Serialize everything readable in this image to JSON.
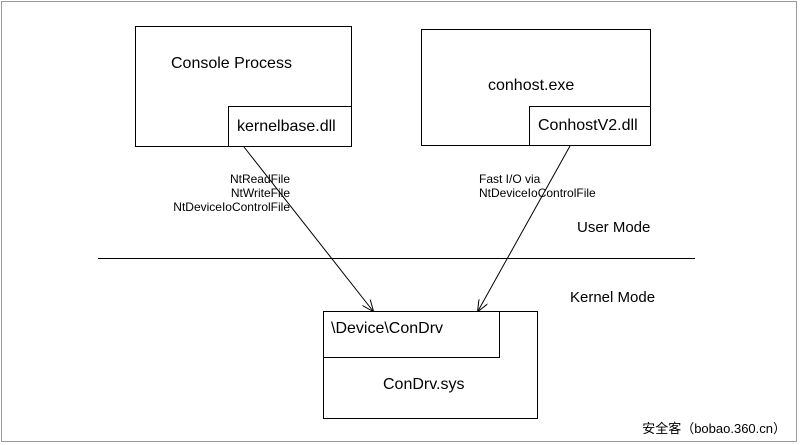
{
  "console_process": {
    "title": "Console Process",
    "dll": "kernelbase.dll"
  },
  "conhost": {
    "title": "conhost.exe",
    "dll": "ConhostV2.dll"
  },
  "left_calls": [
    "NtReadFile",
    "NtWriteFile",
    "NtDeviceIoControlFile"
  ],
  "right_calls": [
    "Fast I/O via",
    "NtDeviceIoControlFile"
  ],
  "modes": {
    "user": "User Mode",
    "kernel": "Kernel Mode"
  },
  "condrv": {
    "device": "\\Device\\ConDrv",
    "sys": "ConDrv.sys"
  },
  "watermark": "安全客（bobao.360.cn）"
}
